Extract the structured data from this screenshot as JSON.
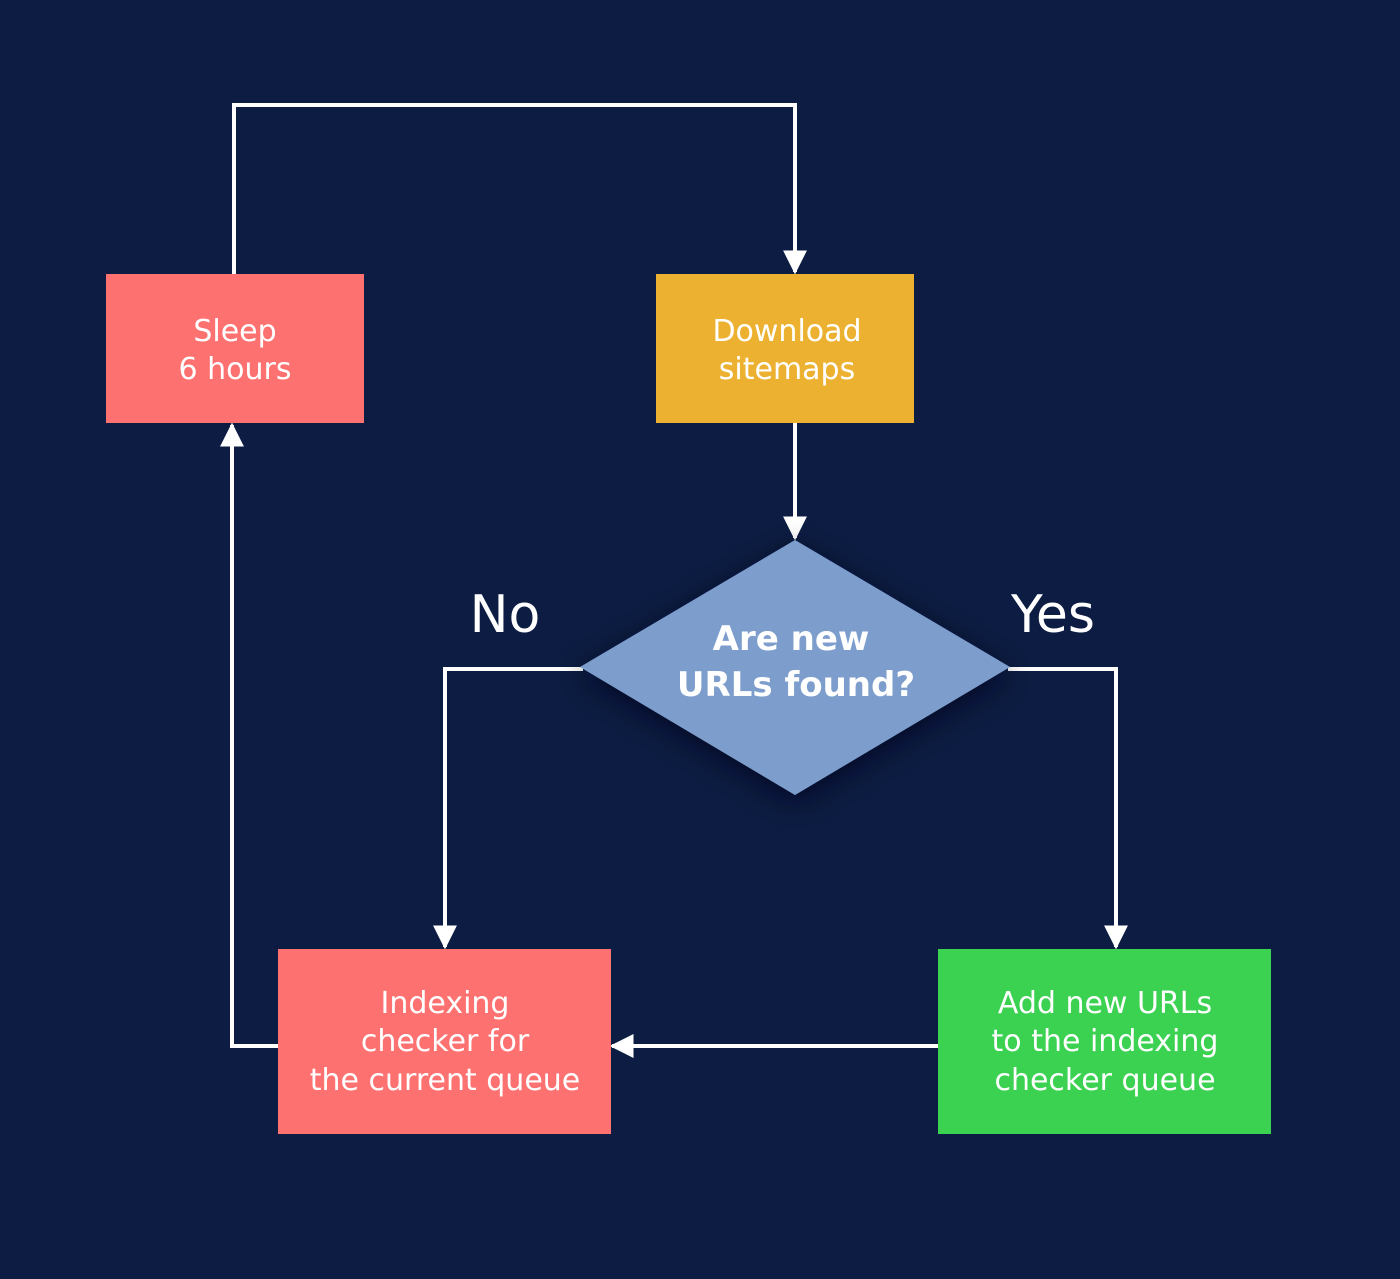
{
  "colors": {
    "background": "#0c1c42",
    "sleep": "#fe7171",
    "download": "#ecb130",
    "decision": "#7d9ecd",
    "indexing": "#fe7171",
    "add_urls": "#3bd151",
    "connector": "#ffffff"
  },
  "nodes": {
    "sleep": {
      "line1": "Sleep",
      "line2": "6 hours"
    },
    "download": {
      "line1": "Download",
      "line2": "sitemaps"
    },
    "decision": {
      "line1": "Are new",
      "line2": "URLs found?"
    },
    "indexing": {
      "line1": "Indexing",
      "line2": "checker for",
      "line3": "the current queue"
    },
    "add_urls": {
      "line1": "Add new URLs",
      "line2": "to the indexing",
      "line3": "checker queue"
    }
  },
  "labels": {
    "no": "No",
    "yes": "Yes"
  }
}
